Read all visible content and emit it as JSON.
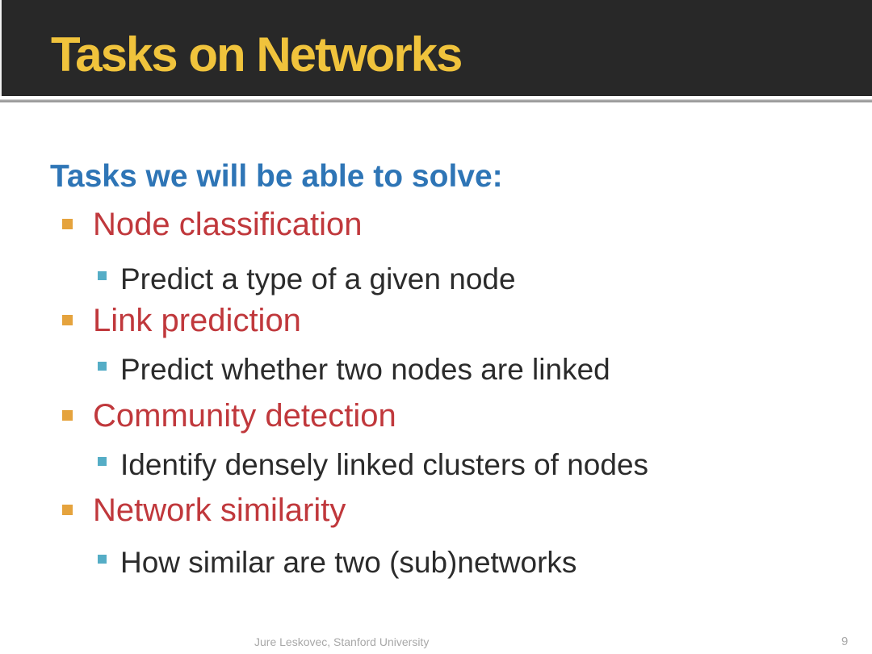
{
  "slide": {
    "title": "Tasks on Networks",
    "heading": "Tasks we will be able to solve:",
    "items": [
      {
        "label": "Node classification",
        "sub": "Predict a type of a given node"
      },
      {
        "label": "Link prediction",
        "sub": "Predict whether two nodes are linked"
      },
      {
        "label": "Community detection",
        "sub": "Identify densely linked clusters of nodes"
      },
      {
        "label": "Network similarity",
        "sub": "How similar are two (sub)networks"
      }
    ],
    "footer": "Jure Leskovec, Stanford University",
    "page_number": "9",
    "colors": {
      "header_bg": "#282828",
      "title_text": "#F0C33C",
      "heading_text": "#2E75B6",
      "item_text": "#C0383C",
      "item_bullet": "#E5A33D",
      "sub_bullet": "#55ADC6",
      "sub_text": "#2B2B2B",
      "footer_text": "#A8A8A8"
    }
  }
}
